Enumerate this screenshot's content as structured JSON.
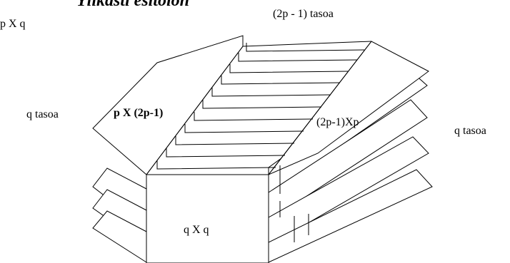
{
  "title": "Ylikasti esitoion",
  "labels": {
    "top_left": "p X q",
    "top_planes": "(2p - 1) tasoa",
    "left_planes": "q tasoa",
    "top_face": "p X (2p-1)",
    "right_face": "(2p-1)Xp",
    "right_planes": "q tasoa",
    "front_face": "q X q"
  },
  "colors": {
    "line": "#000000",
    "background": "#ffffff"
  }
}
